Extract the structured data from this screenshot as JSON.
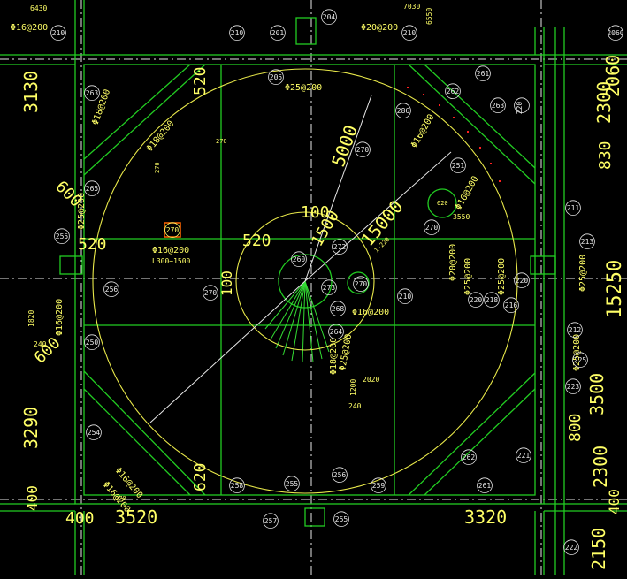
{
  "colors": {
    "background": "#000000",
    "wall_green": "#22cc22",
    "circle_yellow": "#e8e84a",
    "dim_yellow": "#ffff66",
    "white_line": "#e8e8e8",
    "highlight_orange": "#ff6600",
    "red_mark": "#ff2020"
  },
  "dimensions": {
    "left_3130": "3130",
    "left_3290": "3290",
    "left_400": "400",
    "left_600_top": "600",
    "left_600_bottom": "600",
    "bottom_400": "400",
    "bottom_3520": "3520",
    "bottom_3320": "3320",
    "top_small": "6430",
    "top_right_small": "7030",
    "top_right_6550": "6550",
    "right_2300_top": "2300",
    "right_2060": "2060",
    "right_830": "830",
    "right_15250": "15250",
    "right_3500": "3500",
    "right_800": "800",
    "right_2300_bottom": "2300",
    "right_400": "400",
    "right_2150": "2150",
    "radius_5000": "5000",
    "radius_15000": "15000",
    "radius_100": "100",
    "radius_1500": "1500",
    "dim_520_top": "520",
    "dim_520_mid": "520",
    "dim_520_left": "520",
    "dim_100": "100",
    "dim_620_bottom": "620",
    "dim_2020": "2020",
    "dim_240_a": "240",
    "dim_240_b": "240",
    "dim_1200": "1200",
    "dim_1820": "1820",
    "dim_3550": "3550",
    "dim_620_circle": "620",
    "dim_270_a": "270",
    "dim_270_b": "270",
    "dim_270_c": "270",
    "dim_1_220": "1-220"
  },
  "rebar": {
    "r_16_200_tl": "Φ16@200",
    "r_20_200_top": "Φ20@200",
    "r_25_200_top": "Φ25@200",
    "r_18_200_nw": "Φ18@200",
    "r_18_200_nw2": "Φ18@200",
    "r_16_200_ne": "Φ16@200",
    "r_16_200_ne2": "Φ16@200",
    "r_16_200_mid": "Φ16@200",
    "r_16_200_center": "Φ16@200",
    "r_16_200_left": "Φ16@200",
    "r_25_200_right": "Φ25@200",
    "r_25_200_right2": "Φ25@200",
    "r_20_200_right": "Φ20@200",
    "r_25_200_far": "Φ25@200",
    "r_25_200_far2": "Φ25@200",
    "r_16_200_sw": "Φ16@200",
    "r_16_200_sw2": "Φ16@200",
    "r_18_200_bot": "Φ18@200",
    "r_25_200_bottom": "Φ25@200",
    "r_25_200_bot2": "Φ25@200",
    "range_note": "L300~1500"
  },
  "labels": {
    "b210_tl": "210",
    "b210_t": "210",
    "b201": "201",
    "b204": "204",
    "b205": "205",
    "b210_t2": "210",
    "b261": "261",
    "b262": "262",
    "b263": "263",
    "b286": "286",
    "b220_r": "220",
    "b270_ne": "270",
    "b251": "251",
    "b270_circ": "270",
    "b211": "211",
    "b213": "213",
    "b265": "265",
    "b255_l": "255",
    "b256": "256",
    "b270_mid": "270",
    "b260": "260",
    "b272": "272",
    "b273": "273",
    "b268": "268",
    "b270_cr": "270",
    "b264": "264",
    "b210_c": "210",
    "b220_a": "220",
    "b218": "218",
    "b220_b": "220",
    "b216": "216",
    "b212": "212",
    "b225": "225",
    "b223": "223",
    "b263_l": "263",
    "b250": "250",
    "b254": "254",
    "b258": "258",
    "b255_b": "255",
    "b256_b": "256",
    "b259": "259",
    "b262_b": "262",
    "b261_b": "261",
    "b257": "257",
    "b255_b2": "255",
    "b221": "221",
    "b222": "222",
    "b2060": "2060",
    "b270_hl": "270"
  }
}
